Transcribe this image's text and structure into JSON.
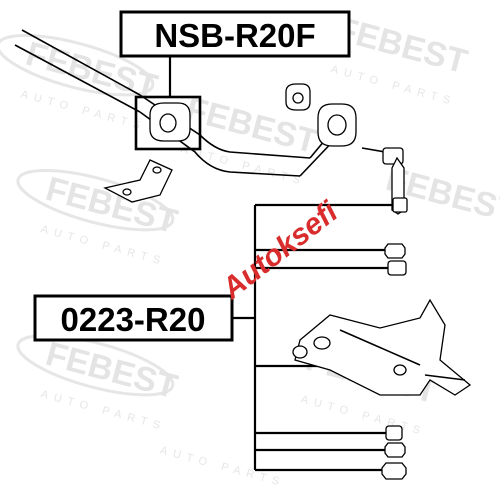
{
  "labels": {
    "top_part_number": "NSB-R20F",
    "bottom_part_number": "0223-R20"
  },
  "watermark": {
    "brand": "FEBEST",
    "sub": "AUTO PARTS",
    "site": "Autoksefi",
    "color_brand": "#e4e4e4",
    "color_site": "#d92d2d"
  }
}
